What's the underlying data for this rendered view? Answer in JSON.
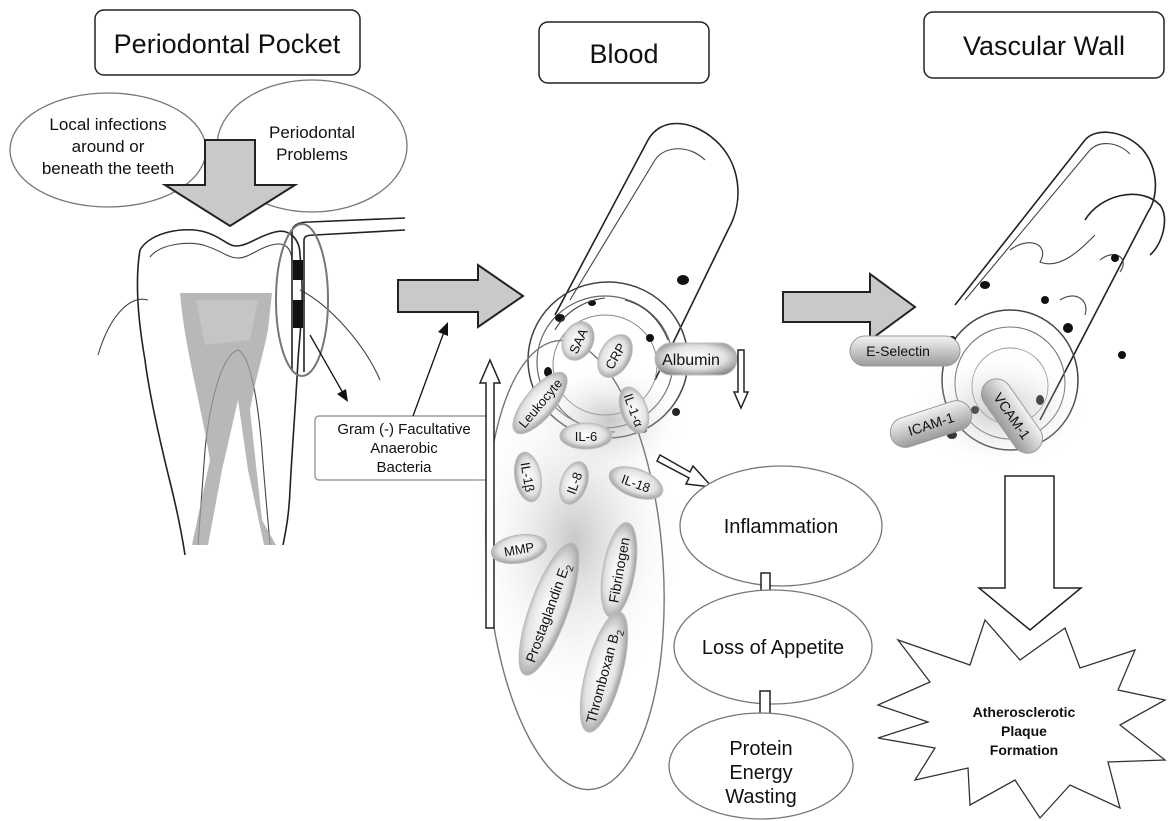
{
  "headers": {
    "pocket": "Periodontal Pocket",
    "blood": "Blood",
    "wall": "Vascular Wall"
  },
  "pocket": {
    "local_infections": [
      "Local infections",
      "around or",
      "beneath the teeth"
    ],
    "periodontal_problems": [
      "Periodontal",
      "Problems"
    ],
    "bacteria": [
      "Gram (-) Facultative",
      "Anaerobic",
      "Bacteria"
    ]
  },
  "blood": {
    "albumin": "Albumin",
    "mediators": {
      "saa": "SAA",
      "crp": "CRP",
      "leukocyte": "Leukocyte",
      "il1a": "IL-1-α",
      "il6": "IL-6",
      "il1b": "IL-1β",
      "il8": "IL-8",
      "il18": "IL-18",
      "mmp": "MMP",
      "fibrinogen": "Fibrinogen",
      "prostaglandin": "Prostaglandin E",
      "prostaglandin_sub": "2",
      "thromboxan": "Thromboxan B",
      "thromboxan_sub": "2"
    },
    "cascade": {
      "inflammation": "Inflammation",
      "appetite": "Loss of Appetite",
      "wasting": [
        "Protein",
        "Energy",
        "Wasting"
      ]
    }
  },
  "wall": {
    "e_selectin": "E-Selectin",
    "icam": "ICAM-1",
    "vcam": "VCAM-1",
    "plaque": [
      "Atherosclerotic",
      "Plaque",
      "Formation"
    ]
  },
  "colors": {
    "arrow_fill": "#c9c9c9",
    "tooth_pulp": "#9a9a9a",
    "outline": "#222222"
  }
}
